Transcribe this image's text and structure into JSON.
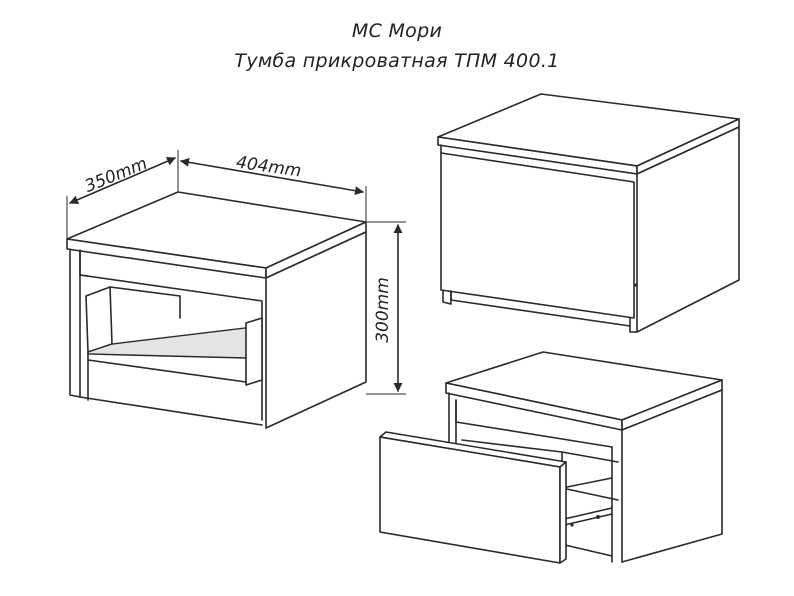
{
  "title": {
    "line1": "МС Мори",
    "line2": "Тумба прикроватная ТПМ 400.1"
  },
  "dimensions": {
    "depth": "350mm",
    "width": "404mm",
    "height": "300mm"
  }
}
